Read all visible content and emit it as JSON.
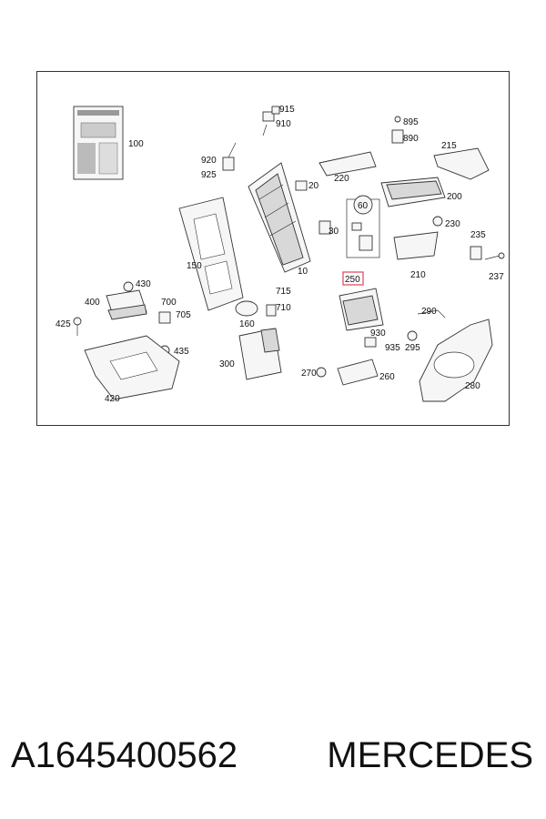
{
  "labels": {
    "l100": "100",
    "l915": "915",
    "l910": "910",
    "l895": "895",
    "l890": "890",
    "l215": "215",
    "l920": "920",
    "l925": "925",
    "l20": "20",
    "l220": "220",
    "l200": "200",
    "l60": "60",
    "l30": "30",
    "l230": "230",
    "l235": "235",
    "l237": "237",
    "l150": "150",
    "l10": "10",
    "l210": "210",
    "l250": "250",
    "l430": "430",
    "l400": "400",
    "l700": "700",
    "l705": "705",
    "l425": "425",
    "l715": "715",
    "l710": "710",
    "l160": "160",
    "l290": "290",
    "l930": "930",
    "l935": "935",
    "l295": "295",
    "l435": "435",
    "l300": "300",
    "l270": "270",
    "l260": "260",
    "l280": "280",
    "l420": "420"
  },
  "highlight_color": "#e0415a",
  "footer": {
    "part_number": "A1645400562",
    "brand": "MERCEDES"
  }
}
